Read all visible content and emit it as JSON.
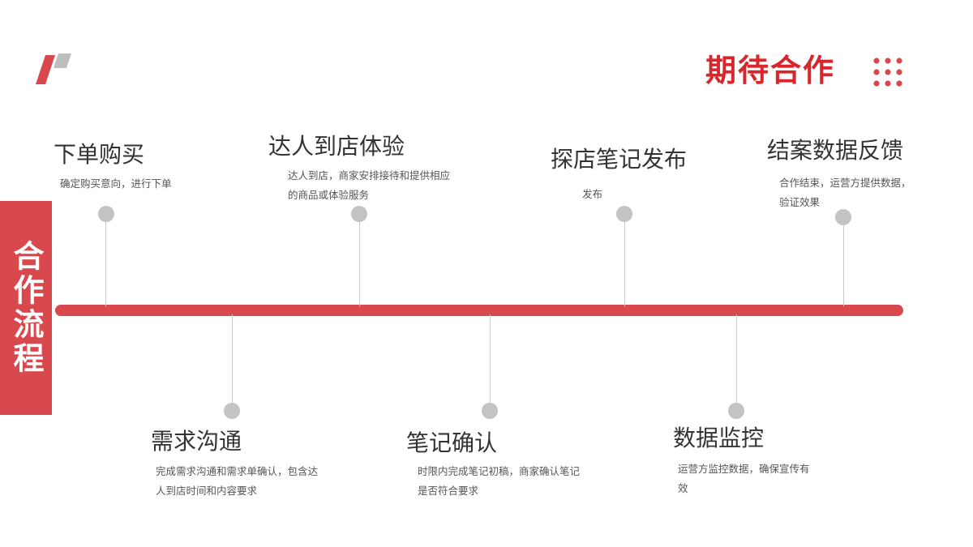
{
  "header": {
    "title": "期待合作",
    "accent_color": "#d7262c",
    "logo_icon": "slanted-bars-logo-icon",
    "dots_icon": "dot-grid-icon"
  },
  "side_banner": {
    "text": "合作流程",
    "color": "#d9484c"
  },
  "timeline": {
    "color": "#d9484c",
    "steps": [
      {
        "title": "下单购买",
        "desc": "确定购买意向，进行下单",
        "position": "above"
      },
      {
        "title": "需求沟通",
        "desc": "完成需求沟通和需求单确认，包含达人到店时间和内容要求",
        "position": "below"
      },
      {
        "title": "达人到店体验",
        "desc": "达人到店，商家安排接待和提供相应的商品或体验服务",
        "position": "above"
      },
      {
        "title": "笔记确认",
        "desc": "时限内完成笔记初稿，商家确认笔记是否符合要求",
        "position": "below"
      },
      {
        "title": "探店笔记发布",
        "desc": "发布",
        "position": "above"
      },
      {
        "title": "数据监控",
        "desc": "运营方监控数据，确保宣传有效",
        "position": "below"
      },
      {
        "title": "结案数据反馈",
        "desc": "合作结束，运营方提供数据，验证效果",
        "position": "above"
      }
    ]
  }
}
